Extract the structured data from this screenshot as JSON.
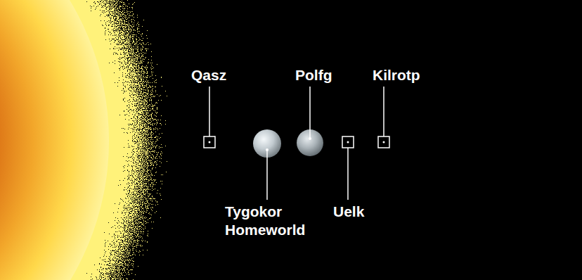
{
  "diagram": {
    "labels": [
      "Qasz",
      "Polfg",
      "Kilrotp",
      "Tygokor Homeworld",
      "Uelk"
    ]
  }
}
